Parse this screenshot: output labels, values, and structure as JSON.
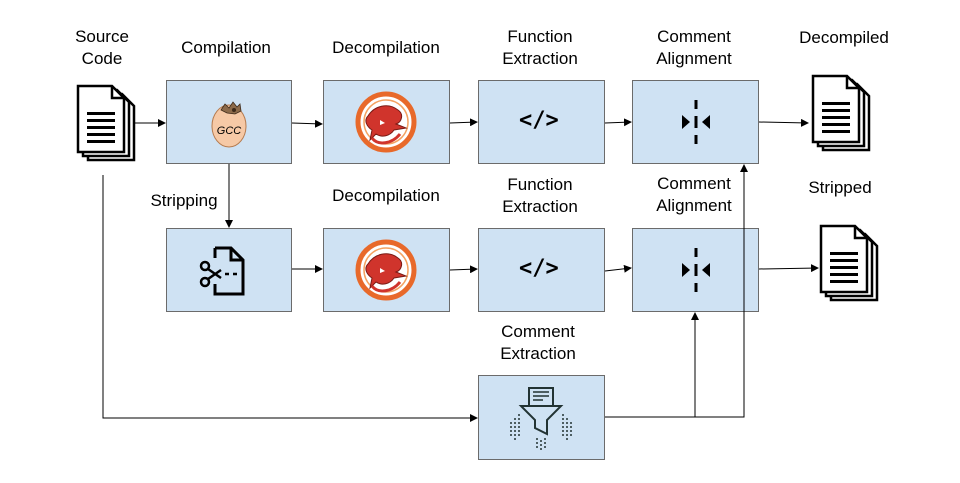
{
  "labels": {
    "source_code": "Source\nCode",
    "compilation": "Compilation",
    "decompilation_top": "Decompilation",
    "function_extraction_top": "Function\nExtraction",
    "comment_alignment_top": "Comment\nAlignment",
    "decompiled": "Decompiled",
    "stripping": "Stripping",
    "decompilation_mid": "Decompilation",
    "function_extraction_mid": "Function\nExtraction",
    "comment_alignment_mid": "Comment\nAlignment",
    "stripped": "Stripped",
    "comment_extraction": "Comment\nExtraction"
  },
  "icons": {
    "gcc_text": "GCC",
    "code_symbol": "</>"
  },
  "colors": {
    "box_fill": "#cfe2f3",
    "box_border": "#6b6b6b",
    "dragon_red": "#d0342c",
    "dragon_ring": "#e8692a",
    "egg": "#f6c9a6"
  }
}
